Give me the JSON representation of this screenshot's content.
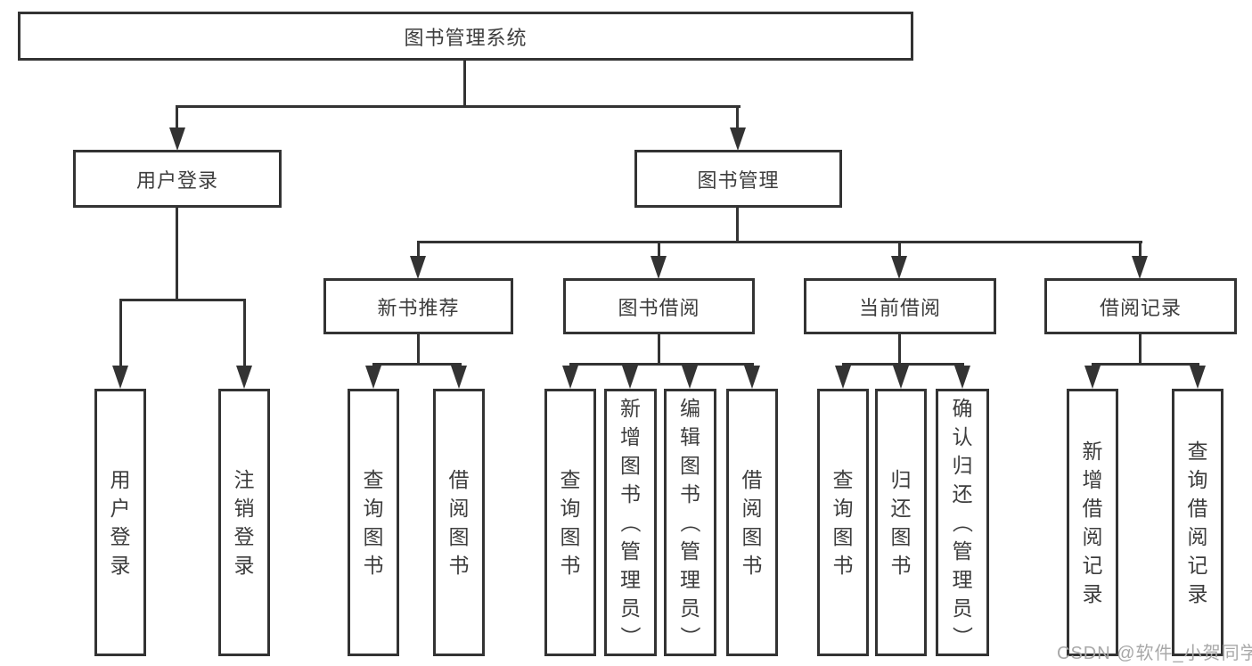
{
  "diagram_title": "图书管理系统",
  "colors": {
    "line": "#333333",
    "box_border": "#333333",
    "text": "#3d3d3d",
    "watermark": "#a8a8a8",
    "background": "#ffffff"
  },
  "nodes": {
    "root": {
      "label": "图书管理系统"
    },
    "user_login": {
      "label": "用户登录",
      "parent": "root"
    },
    "book_management": {
      "label": "图书管理",
      "parent": "root"
    },
    "new_book_recommend": {
      "label": "新书推荐",
      "parent": "book_management"
    },
    "book_borrowing": {
      "label": "图书借阅",
      "parent": "book_management"
    },
    "current_borrowing": {
      "label": "当前借阅",
      "parent": "book_management"
    },
    "borrowing_records": {
      "label": "借阅记录",
      "parent": "book_management"
    },
    "leaf_user_login": {
      "label": "用户登录",
      "parent": "user_login"
    },
    "leaf_logout": {
      "label": "注销登录",
      "parent": "user_login"
    },
    "recommend_query_books": {
      "label": "查询图书",
      "parent": "new_book_recommend"
    },
    "recommend_borrow_books": {
      "label": "借阅图书",
      "parent": "new_book_recommend"
    },
    "borrowing_query_books": {
      "label": "查询图书",
      "parent": "book_borrowing"
    },
    "borrowing_add_books": {
      "label": "新增图书（管理员）",
      "parent": "book_borrowing"
    },
    "borrowing_edit_books": {
      "label": "编辑图书（管理员）",
      "parent": "book_borrowing"
    },
    "borrowing_borrow_books": {
      "label": "借阅图书",
      "parent": "book_borrowing"
    },
    "current_query_books": {
      "label": "查询图书",
      "parent": "current_borrowing"
    },
    "current_return_books": {
      "label": "归还图书",
      "parent": "current_borrowing"
    },
    "current_confirm_return": {
      "label": "确认归还（管理员）",
      "parent": "current_borrowing"
    },
    "records_add_record": {
      "label": "新增借阅记录",
      "parent": "borrowing_records"
    },
    "records_query_record": {
      "label": "查询借阅记录",
      "parent": "borrowing_records"
    }
  },
  "watermark": {
    "text": "CSDN @软件_小贺同学"
  }
}
